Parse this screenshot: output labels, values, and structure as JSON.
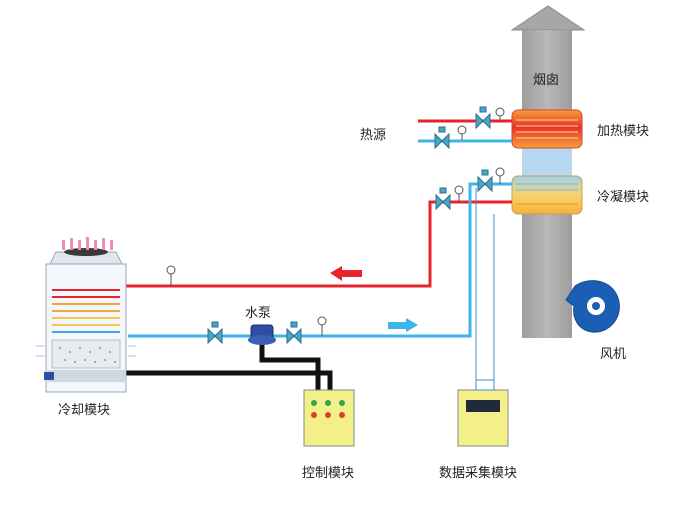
{
  "labels": {
    "chimney": "烟囱",
    "heat_source": "热源",
    "heating_module": "加热模块",
    "condensing_module": "冷凝模块",
    "cooling_module": "冷却模块",
    "pump": "水泵",
    "fan": "风机",
    "control_module": "控制模块",
    "data_acquisition_module": "数据采集模块"
  },
  "colors": {
    "hot_pipe": "#e8232c",
    "cold_pipe": "#3cb6e6",
    "cable": "#111111",
    "chimney": "#a9a9a9",
    "cabinet": "#f3f08a",
    "fan": "#1a5fb3",
    "pump": "#2d4fa3"
  },
  "icons": {
    "flow_left": "red-arrow-left-icon",
    "flow_right": "blue-arrow-right-icon",
    "valve": "valve-icon",
    "gauge": "pressure-gauge-icon"
  }
}
